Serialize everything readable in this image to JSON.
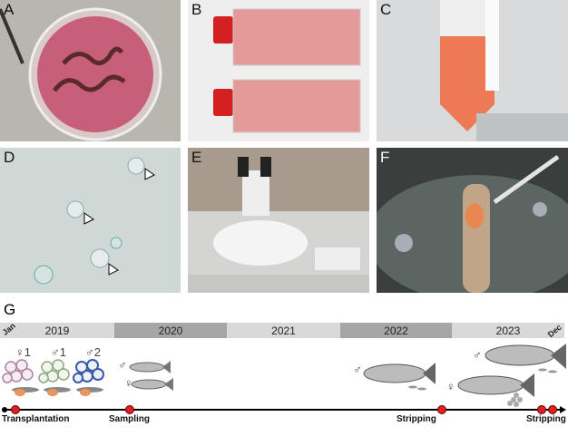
{
  "panels": [
    {
      "label": "A"
    },
    {
      "label": "B"
    },
    {
      "label": "C"
    },
    {
      "label": "D"
    },
    {
      "label": "E"
    },
    {
      "label": "F"
    }
  ],
  "timeline": {
    "label": "G",
    "start_month": "Jan",
    "end_month": "Dec",
    "years": [
      "2019",
      "2020",
      "2021",
      "2022",
      "2023"
    ],
    "donors": [
      "♀1",
      "♂1",
      "♂2"
    ],
    "sex_male": "♂",
    "sex_female": "♀",
    "events": [
      "Transplantation",
      "Sampling",
      "Stripping",
      "Stripping"
    ]
  }
}
